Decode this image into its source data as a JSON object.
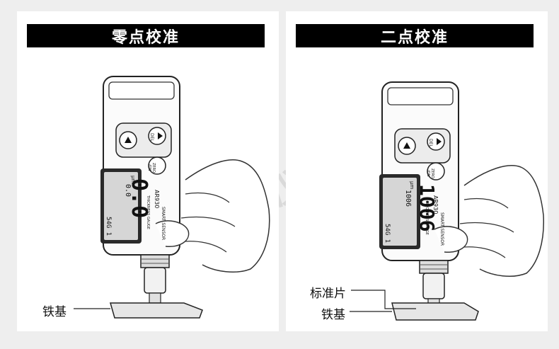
{
  "panels": [
    {
      "title": "零点校准",
      "display_main": "0.0",
      "display_sub": "0.0",
      "display_unit": "μm",
      "display_side": "54G 1",
      "labels": {
        "substrate": "铁基"
      }
    },
    {
      "title": "二点校准",
      "display_main": "1006",
      "display_sub": "1006",
      "display_unit": "μm",
      "display_side": "54G 1",
      "labels": {
        "standard_sheet": "标准片",
        "substrate": "铁基"
      }
    }
  ],
  "device": {
    "brand": "SMART SENSOR",
    "model": "AR930",
    "subtitle": "THICKNESS GAUGE",
    "btn_zero": "ZERO",
    "btn_on": "/ON",
    "btn_del": "DEL"
  },
  "watermark": "上海宝新仪器",
  "colors": {
    "title_bg": "#000000",
    "title_fg": "#ffffff",
    "lcd": "#d6d6d6"
  }
}
